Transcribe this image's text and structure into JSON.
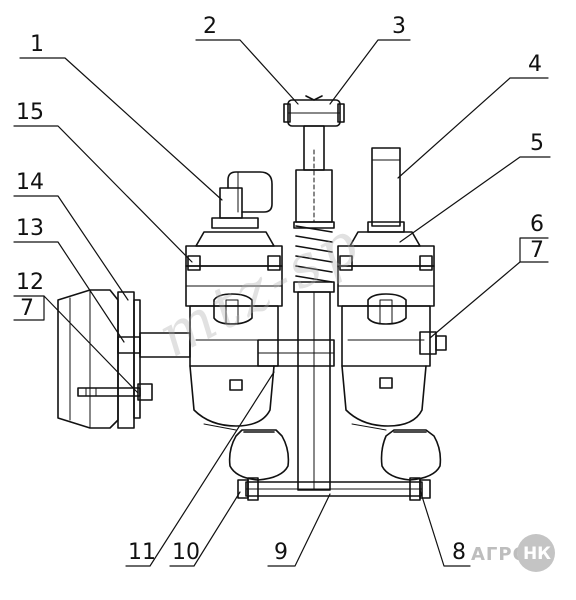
{
  "labels": {
    "l1": "1",
    "l2": "2",
    "l3": "3",
    "l4": "4",
    "l5": "5",
    "l6": "6",
    "l7a": "7",
    "l7b": "7",
    "l8": "8",
    "l9": "9",
    "l10": "10",
    "l11": "11",
    "l12": "12",
    "l13": "13",
    "l14": "14",
    "l15": "15"
  },
  "watermark": {
    "left": "АГРО",
    "circle": "НК",
    "diagonal": "mtz-sp"
  }
}
